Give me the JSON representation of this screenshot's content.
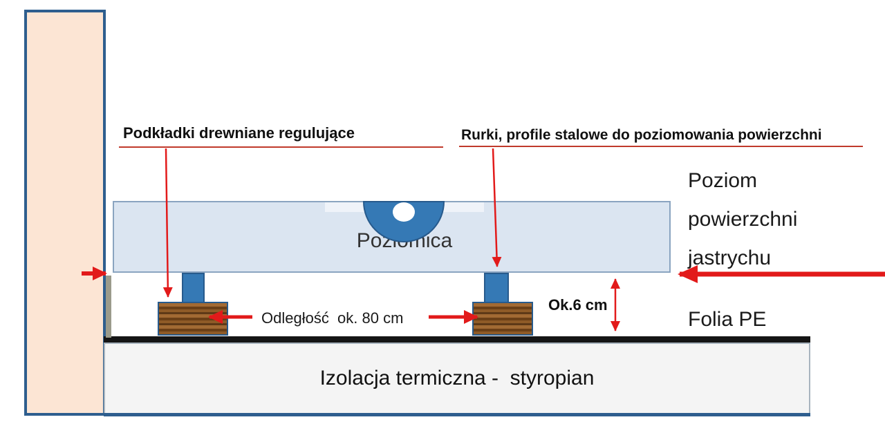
{
  "diagram": {
    "labels": {
      "wooden_pads": "Podkładki drewniane regulujące",
      "steel_tubes": "Rurki, profile stalowe do poziomowania powierzchni",
      "level_tool": "Poziomica",
      "screed_surface": "Poziom\npowierzchni\njastrychu",
      "height_dim": "Ok.6 cm",
      "pe_foil": "Folia PE",
      "spacing_dim": "Odległość  ok. 80 cm",
      "insulation": "Izolacja termiczna -  styropian"
    },
    "colors": {
      "wall_fill": "#fce5d4",
      "outline_blue": "#2e5e8e",
      "level_fill": "#dbe5f1",
      "vial_blue": "#3579b5",
      "wood_brown": "#8f5b27",
      "foil_black": "#151515",
      "styrofoam_fill": "#f4f4f4",
      "arrow_red": "#e21a1a",
      "underline_red": "#c0392b"
    }
  }
}
